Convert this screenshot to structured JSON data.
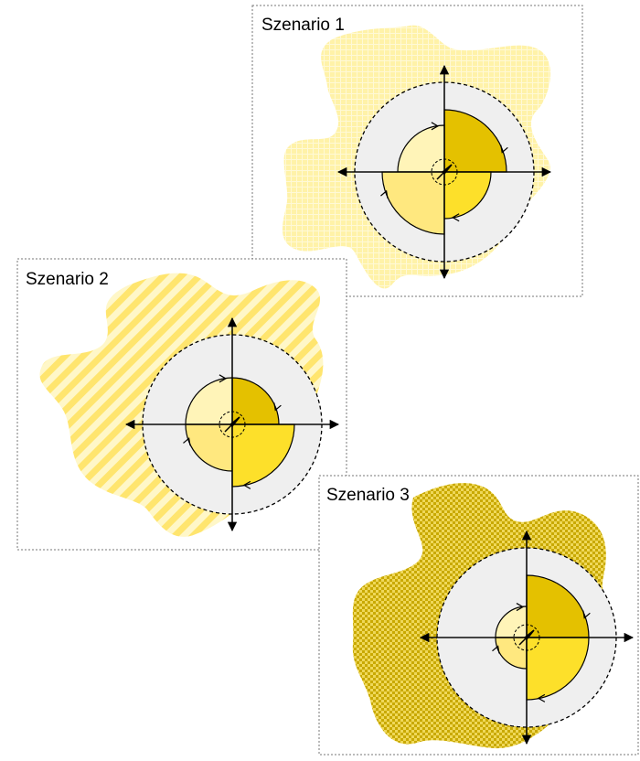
{
  "scenarios": [
    {
      "label": "Szenario 1",
      "pattern": "grid",
      "quadrant_scales": [
        1.0,
        0.75,
        1.0,
        0.75
      ]
    },
    {
      "label": "Szenario 2",
      "pattern": "stripes",
      "quadrant_scales": [
        0.75,
        0.75,
        0.75,
        1.0
      ]
    },
    {
      "label": "Szenario 3",
      "pattern": "checker",
      "quadrant_scales": [
        1.0,
        0.5,
        0.5,
        1.0
      ]
    }
  ],
  "colors": {
    "q1": "#e4c100",
    "q2": "#fff4b8",
    "q3": "#ffe87f",
    "q4": "#fde02a",
    "disc": "#efefef",
    "grid_blob": "#fff2a8",
    "stripe_blob": "#ffe87f",
    "checker_blob": "#c9a900"
  },
  "icons": [
    "compass-needle-icon",
    "axis-arrow-icon"
  ]
}
